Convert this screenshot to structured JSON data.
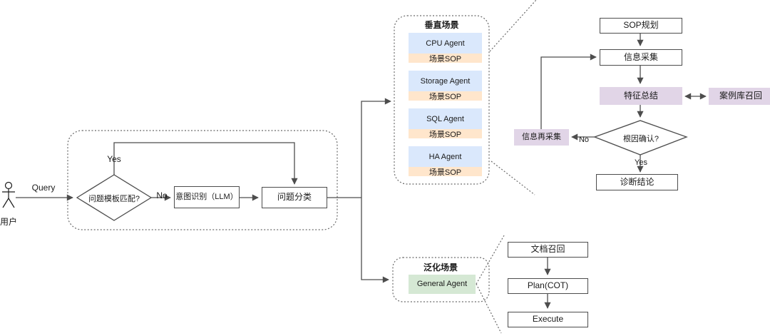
{
  "colors": {
    "agent_blue": "#dae8fc",
    "sop_orange": "#ffe6cc",
    "purple": "#e1d5e7",
    "green": "#d5e8d4",
    "line": "#4d4d4d"
  },
  "left": {
    "user_label": "用户",
    "query_label": "Query",
    "template_match": "问题模板匹配?",
    "yes_label": "Yes",
    "no_label": "No",
    "intent_recognition": "意图识别（LLM）",
    "classification": "问题分类"
  },
  "vertical": {
    "title": "垂直场景",
    "agents": [
      {
        "name": "CPU Agent",
        "sop": "场景SOP"
      },
      {
        "name": "Storage Agent",
        "sop": "场景SOP"
      },
      {
        "name": "SQL Agent",
        "sop": "场景SOP"
      },
      {
        "name": "HA Agent",
        "sop": "场景SOP"
      }
    ]
  },
  "general": {
    "title": "泛化场景",
    "agent": "General Agent"
  },
  "sop_flow": {
    "planning": "SOP规划",
    "collect": "信息采集",
    "feature": "特征总结",
    "case_recall": "案例库召回",
    "recollect": "信息再采集",
    "root_cause": "根因确认?",
    "yes_label": "Yes",
    "no_label": "No",
    "conclusion": "诊断结论"
  },
  "general_flow": {
    "doc_recall": "文档召回",
    "plan": "Plan(COT)",
    "execute": "Execute"
  }
}
